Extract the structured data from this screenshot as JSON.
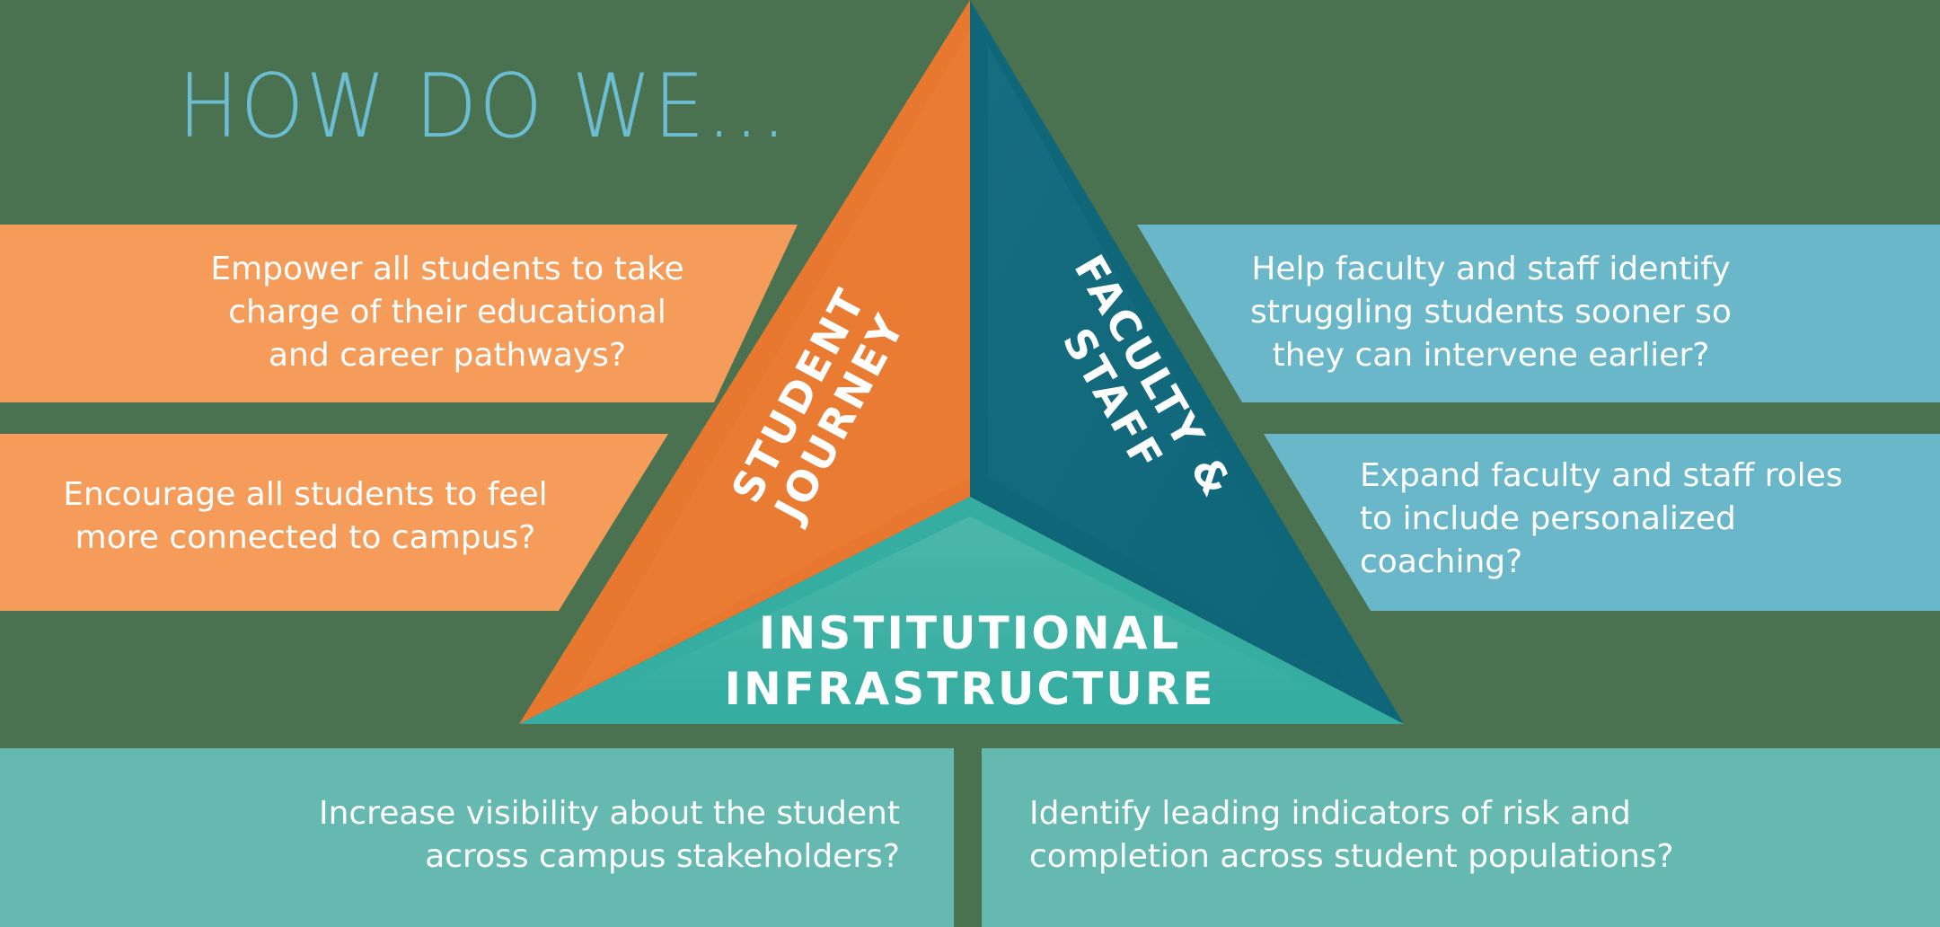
{
  "title": "HOW DO WE...",
  "colors": {
    "background": "#4a7150",
    "title_text": "#6cbcd2",
    "student_panel": "#f69c5a",
    "student_triangle": "#e8782f",
    "faculty_panel": "#6ab7c9",
    "faculty_triangle": "#0f6679",
    "infra_panel": "#65b9b0",
    "infra_triangle": "#36ada1",
    "text": "#ffffff"
  },
  "triangle": {
    "student_journey": {
      "label": "STUDENT\nJOURNEY"
    },
    "faculty_staff": {
      "label": "FACULTY &\nSTAFF"
    },
    "institutional_infrastructure": {
      "label": "INSTITUTIONAL\nINFRASTRUCTURE"
    }
  },
  "questions": {
    "student": [
      "Empower all students to take\ncharge of their educational\nand career pathways?",
      "Encourage all students to feel\nmore connected to campus?"
    ],
    "faculty": [
      "Help faculty and staff identify\nstruggling students sooner so\nthey can intervene earlier?",
      "Expand faculty and staff roles\nto include personalized\ncoaching?"
    ],
    "infrastructure": [
      "Increase visibility about the student\nacross campus stakeholders?",
      "Identify leading indicators of risk and\ncompletion across student populations?"
    ]
  }
}
